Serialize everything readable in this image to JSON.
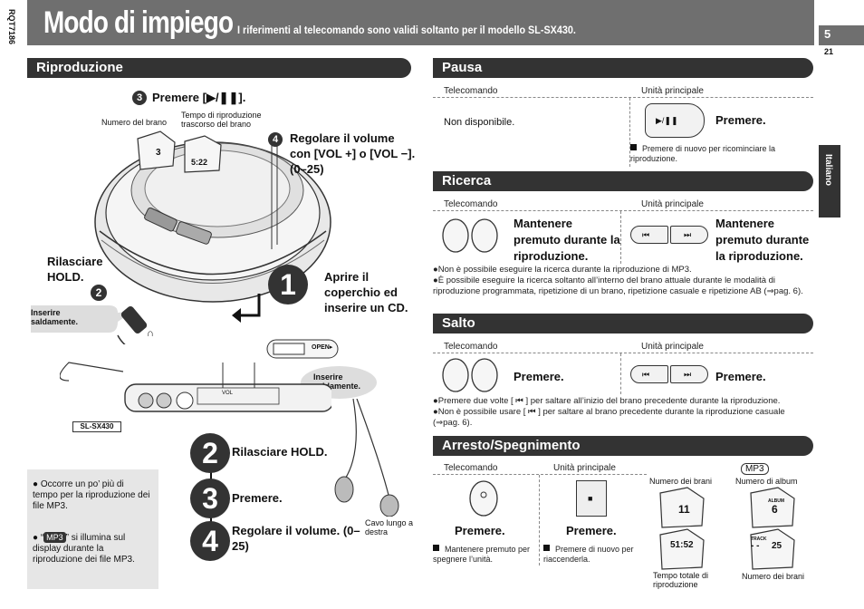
{
  "header": {
    "title": "Modo di impiego",
    "note": "I riferimenti al telecomando sono validi soltanto per il modello SL-SX430.",
    "page_number": "5",
    "page_sub": "21",
    "doc_code": "RQT7186",
    "language": "Italiano"
  },
  "left": {
    "section_title": "Riproduzione",
    "step3_top": "Premere [▶/❚❚].",
    "label_track_no": "Numero del brano",
    "label_elapsed": "Tempo di riproduzione trascorso del brano",
    "display_track": "3",
    "display_time": "5:22",
    "step4_top": "Regolare il volume con [VOL +] o [VOL −]. (0–25)",
    "release_hold": "Rilasciare HOLD.",
    "open_lid": "Aprire il coperchio ed inserire un CD.",
    "insert_firmly_1": "Inserire saldamente.",
    "insert_firmly_2": "Inserire saldamente.",
    "model_label": "SL-SX430",
    "headphone_glyph": "∩",
    "open_switch": "OPEN▸",
    "vol_label": "VOL",
    "step2": "Rilasciare HOLD.",
    "step3": "Premere.",
    "step4": "Regolare il volume. (0–25)",
    "cable_right": "Cavo lungo a destra",
    "step_num_1": "1",
    "step_num_2": "2",
    "step_num_3": "3",
    "step_num_4": "4",
    "small_num_2": "2",
    "small_num_3": "3",
    "small_num_4": "4",
    "notes": [
      "● Occorre un po’ più di tempo per la riproduzione dei file MP3.",
      "” si illumina sul display durante la riproduzione dei file MP3."
    ],
    "note2_prefix": "● “",
    "mp3_badge": "MP3"
  },
  "pausa": {
    "title": "Pausa",
    "col_remote": "Telecomando",
    "col_main": "Unità principale",
    "remote_text": "Non disponibile.",
    "main_action": "Premere.",
    "btn_glyph": "▶/❚❚",
    "note": "Premere di nuovo per ricominciare la riproduzione."
  },
  "ricerca": {
    "title": "Ricerca",
    "col_remote": "Telecomando",
    "col_main": "Unità principale",
    "remote_action": "Mantenere premuto durante la riproduzione.",
    "main_action": "Mantenere premuto durante la riproduzione.",
    "btn_prev": "⏮",
    "btn_next": "⏭",
    "notes": [
      "●Non è possibile eseguire la ricerca durante la riproduzione di MP3.",
      "●È possibile eseguire la ricerca soltanto all’interno del brano attuale durante le modalità di riproduzione programmata, ripetizione di un brano, ripetizione casuale e ripetizione AB (⇒pag. 6)."
    ]
  },
  "salto": {
    "title": "Salto",
    "col_remote": "Telecomando",
    "col_main": "Unità principale",
    "remote_action": "Premere.",
    "main_action": "Premere.",
    "btn_prev": "⏮",
    "btn_next": "⏭",
    "notes": [
      "●Premere due volte [ ⏮ ] per saltare all’inizio del brano precedente durante la riproduzione.",
      "●Non è possibile usare [ ⏮ ] per saltare al brano precedente durante la riproduzione casuale (⇒pag. 6)."
    ]
  },
  "arresto": {
    "title": "Arresto/Spegnimento",
    "col_remote": "Telecomando",
    "col_main": "Unità principale",
    "remote_action": "Premere.",
    "main_action": "Premere.",
    "stop_glyph": "■",
    "remote_note": "Mantenere premuto per spegnere l’unità.",
    "main_note": "Premere di nuovo per riaccenderla.",
    "label_total_tracks": "Numero dei brani",
    "label_mp3": "MP3",
    "label_album_no": "Numero di album",
    "display_tracks": "11",
    "display_album_word": "ALBUM",
    "display_album": "6",
    "display_total_time": "51:52",
    "display_track_word": "TRACK",
    "display_track_dash": "- -",
    "display_track_count": "25",
    "label_total_time": "Tempo totale di riproduzione",
    "label_track_count": "Numero dei brani"
  }
}
